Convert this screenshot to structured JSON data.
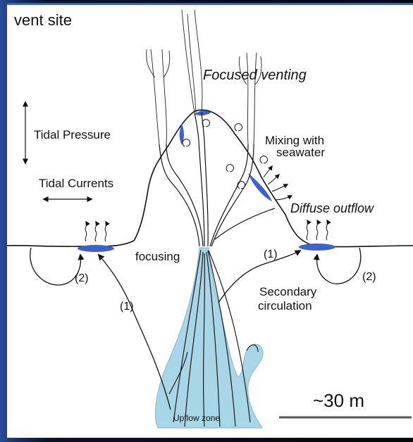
{
  "diagram": {
    "title": "vent site",
    "labels": {
      "focused_venting": "Focused venting",
      "tidal_pressure": "Tidal Pressure",
      "tidal_currents": "Tidal Currents",
      "mixing_line1": "Mixing with",
      "mixing_line2": "seawater",
      "diffuse_outflow": "Diffuse outflow",
      "focusing": "focusing",
      "flow1_right": "(1)",
      "flow1_left": "(1)",
      "loop2_left": "(2)",
      "loop2_right": "(2)",
      "secondary_line1": "Secondary",
      "secondary_line2": "circulation",
      "upflow_zone": "Upflow zone",
      "scale_bar": "~30 m"
    },
    "colors": {
      "upflow_fill": "#a9d6e6",
      "seep_blue": "#3d63c9",
      "line": "#111111",
      "frame_blue": "#2e63c7"
    }
  }
}
